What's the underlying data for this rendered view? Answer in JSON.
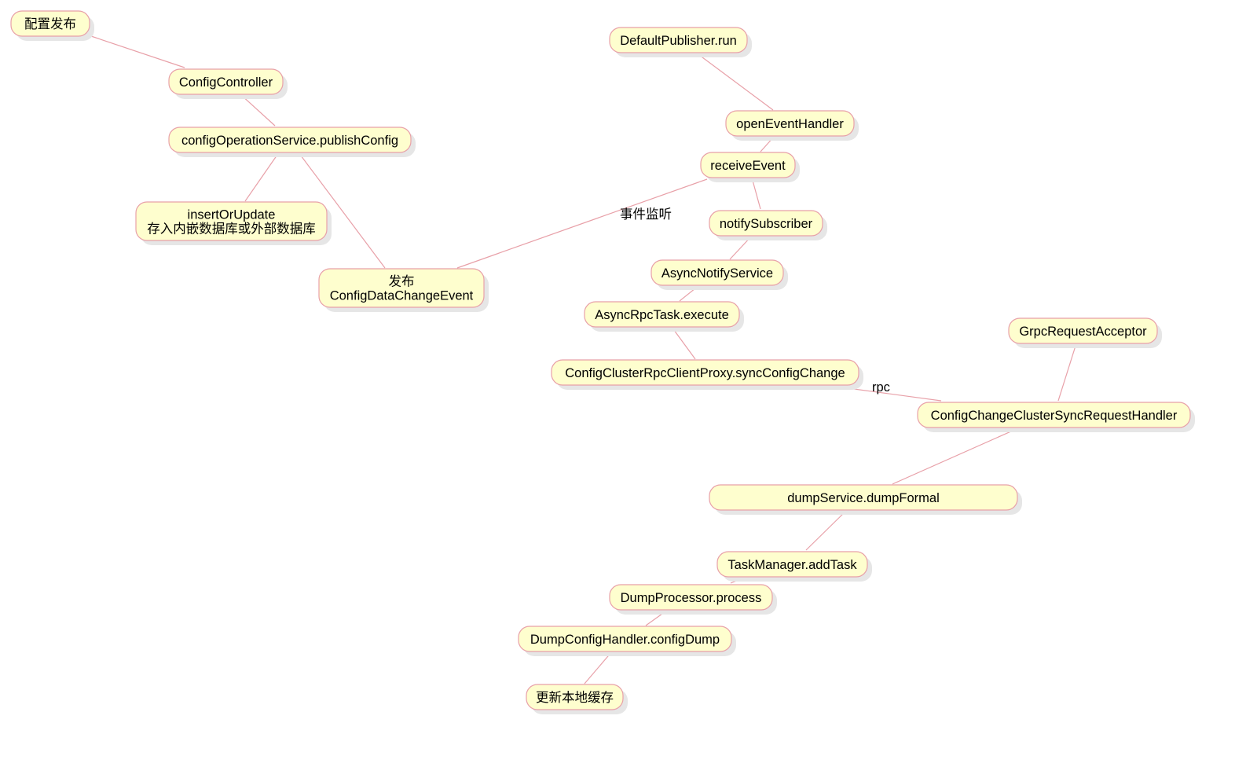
{
  "nodes": [
    {
      "id": "n-pub",
      "lines": [
        "配置发布"
      ]
    },
    {
      "id": "n-cc",
      "lines": [
        "ConfigController"
      ]
    },
    {
      "id": "n-cos",
      "lines": [
        "configOperationService.publishConfig"
      ]
    },
    {
      "id": "n-ins",
      "lines": [
        "insertOrUpdate",
        "存入内嵌数据库或外部数据库"
      ]
    },
    {
      "id": "n-cdce",
      "lines": [
        "发布",
        "ConfigDataChangeEvent"
      ]
    },
    {
      "id": "n-dpr",
      "lines": [
        "DefaultPublisher.run"
      ]
    },
    {
      "id": "n-oeh",
      "lines": [
        "openEventHandler"
      ]
    },
    {
      "id": "n-re",
      "lines": [
        "receiveEvent"
      ]
    },
    {
      "id": "n-ns",
      "lines": [
        "notifySubscriber"
      ]
    },
    {
      "id": "n-ans",
      "lines": [
        "AsyncNotifyService"
      ]
    },
    {
      "id": "n-art",
      "lines": [
        "AsyncRpcTask.execute"
      ]
    },
    {
      "id": "n-ccrp",
      "lines": [
        "ConfigClusterRpcClientProxy.syncConfigChange"
      ]
    },
    {
      "id": "n-gra",
      "lines": [
        "GrpcRequestAcceptor"
      ]
    },
    {
      "id": "n-ccsrh",
      "lines": [
        "ConfigChangeClusterSyncRequestHandler"
      ]
    },
    {
      "id": "n-dsdf",
      "lines": [
        "dumpService.dumpFormal"
      ]
    },
    {
      "id": "n-tm",
      "lines": [
        "TaskManager.addTask"
      ]
    },
    {
      "id": "n-dp",
      "lines": [
        "DumpProcessor.process"
      ]
    },
    {
      "id": "n-dch",
      "lines": [
        "DumpConfigHandler.configDump"
      ]
    },
    {
      "id": "n-cache",
      "lines": [
        "更新本地缓存"
      ]
    }
  ],
  "edges": [
    {
      "from": "n-pub",
      "to": "n-cc"
    },
    {
      "from": "n-cc",
      "to": "n-cos"
    },
    {
      "from": "n-cos",
      "to": "n-ins"
    },
    {
      "from": "n-cos",
      "to": "n-cdce"
    },
    {
      "from": "n-cdce",
      "to": "n-re",
      "label": "事件监听"
    },
    {
      "from": "n-dpr",
      "to": "n-oeh"
    },
    {
      "from": "n-oeh",
      "to": "n-re"
    },
    {
      "from": "n-re",
      "to": "n-ns"
    },
    {
      "from": "n-ns",
      "to": "n-ans"
    },
    {
      "from": "n-ans",
      "to": "n-art"
    },
    {
      "from": "n-art",
      "to": "n-ccrp"
    },
    {
      "from": "n-ccrp",
      "to": "n-ccsrh",
      "label": "rpc"
    },
    {
      "from": "n-gra",
      "to": "n-ccsrh"
    },
    {
      "from": "n-ccsrh",
      "to": "n-dsdf"
    },
    {
      "from": "n-dsdf",
      "to": "n-tm"
    },
    {
      "from": "n-tm",
      "to": "n-dp"
    },
    {
      "from": "n-dp",
      "to": "n-dch"
    },
    {
      "from": "n-dch",
      "to": "n-cache"
    }
  ],
  "colors": {
    "node_fill": "#fefece",
    "node_border": "#e8a0a8",
    "edge": "#e8a0a8",
    "shadow": "#e6e6e6"
  }
}
